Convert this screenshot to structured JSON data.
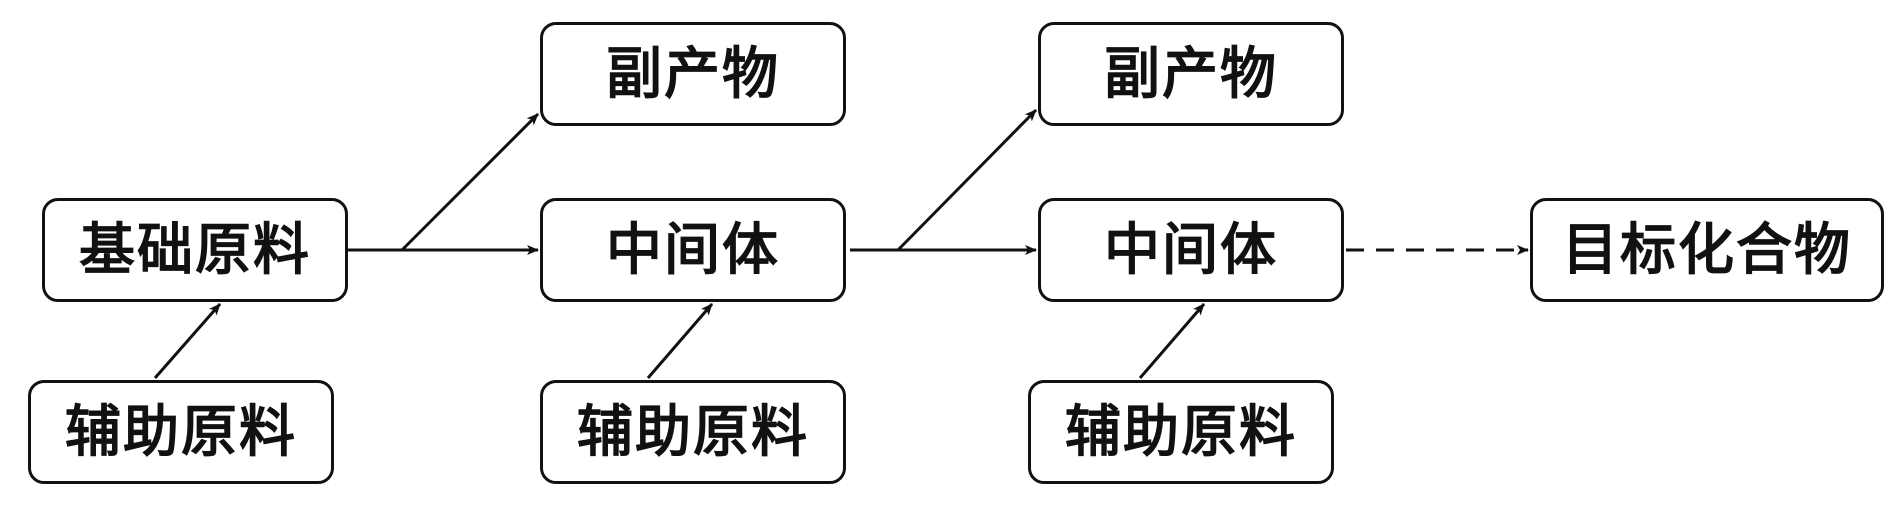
{
  "diagram": {
    "nodes": {
      "base_material": "基础原料",
      "byproduct_1": "副产物",
      "byproduct_2": "副产物",
      "intermediate_1": "中间体",
      "intermediate_2": "中间体",
      "target_compound": "目标化合物",
      "auxiliary_1": "辅助原料",
      "auxiliary_2": "辅助原料",
      "auxiliary_3": "辅助原料"
    },
    "edges": [
      {
        "from": "base_material",
        "to": "intermediate_1",
        "style": "solid"
      },
      {
        "from": "base_material",
        "to": "byproduct_1",
        "style": "solid"
      },
      {
        "from": "auxiliary_1",
        "to": "base_material",
        "style": "solid"
      },
      {
        "from": "intermediate_1",
        "to": "intermediate_2",
        "style": "solid"
      },
      {
        "from": "intermediate_1",
        "to": "byproduct_2",
        "style": "solid"
      },
      {
        "from": "auxiliary_2",
        "to": "intermediate_1",
        "style": "solid"
      },
      {
        "from": "auxiliary_3",
        "to": "intermediate_2",
        "style": "solid"
      },
      {
        "from": "intermediate_2",
        "to": "target_compound",
        "style": "dashed"
      }
    ],
    "colors": {
      "stroke": "#111111",
      "background": "#ffffff"
    }
  }
}
